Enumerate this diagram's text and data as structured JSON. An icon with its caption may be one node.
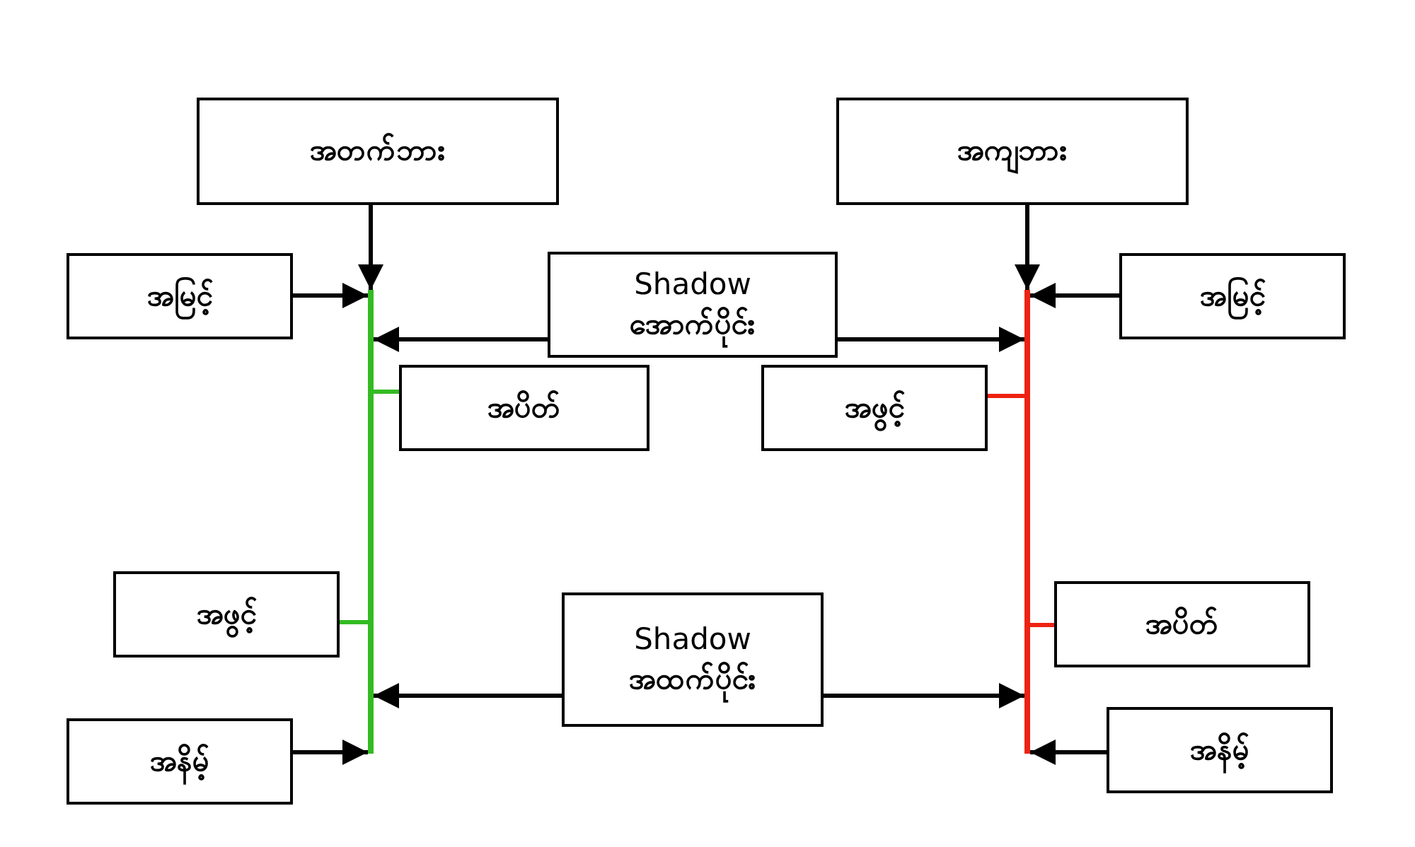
{
  "diagram": {
    "nodes": [
      {
        "text": [
          "အတက်ဘား"
        ]
      },
      {
        "text": [
          "အကျဘား"
        ]
      },
      {
        "text": [
          "အမြင့်"
        ]
      },
      {
        "text": [
          "Shadow",
          "အောက်ပိုင်း"
        ]
      },
      {
        "text": [
          "အမြင့်"
        ]
      },
      {
        "text": [
          "အပိတ်"
        ]
      },
      {
        "text": [
          "အဖွင့်"
        ]
      },
      {
        "text": [
          "အဖွင့်"
        ]
      },
      {
        "text": [
          "အပိတ်"
        ]
      },
      {
        "text": [
          "Shadow",
          "အထက်ပိုင်း"
        ]
      },
      {
        "text": [
          "အနိမ့်"
        ]
      },
      {
        "text": [
          "အနိမ့်"
        ]
      },
      {
        "text": [],
        "shape": "bar"
      },
      {
        "text": [],
        "shape": "bar"
      }
    ],
    "edges": [
      {
        "from": 0,
        "to": 12,
        "arrow": "to"
      },
      {
        "from": 1,
        "to": 13,
        "arrow": "to"
      },
      {
        "from": 2,
        "to": 12,
        "arrow": "to"
      },
      {
        "from": 3,
        "to": 12,
        "arrow": "to"
      },
      {
        "from": 3,
        "to": 13,
        "arrow": "to"
      },
      {
        "from": 4,
        "to": 13,
        "arrow": "to"
      },
      {
        "from": 5,
        "to": 12,
        "arrow": "none",
        "color": "#33bb22"
      },
      {
        "from": 6,
        "to": 13,
        "arrow": "none",
        "color": "#ee2211"
      },
      {
        "from": 7,
        "to": 12,
        "arrow": "none",
        "color": "#33bb22"
      },
      {
        "from": 8,
        "to": 13,
        "arrow": "none",
        "color": "#ee2211"
      },
      {
        "from": 9,
        "to": 12,
        "arrow": "to"
      },
      {
        "from": 9,
        "to": 13,
        "arrow": "to"
      },
      {
        "from": 10,
        "to": 12,
        "arrow": "to"
      },
      {
        "from": 11,
        "to": 13,
        "arrow": "to"
      }
    ]
  }
}
